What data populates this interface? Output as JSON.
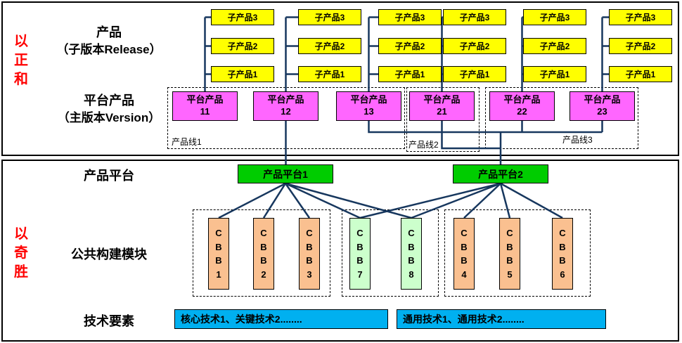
{
  "side_labels": {
    "top": "以正和",
    "bottom": "以奇胜"
  },
  "headers": {
    "product_line1": "产品",
    "product_line2": "（子版本Release）",
    "platform_product_line1": "平台产品",
    "platform_product_line2": "（主版本Version）",
    "product_platform": "产品平台",
    "cbb": "公共构建模块",
    "tech": "技术要素"
  },
  "sub_product_rows": [
    "子产品3",
    "子产品2",
    "子产品1"
  ],
  "platform_products": [
    {
      "name": "平台产品",
      "number": "11"
    },
    {
      "name": "平台产品",
      "number": "12"
    },
    {
      "name": "平台产品",
      "number": "13"
    },
    {
      "name": "平台产品",
      "number": "21"
    },
    {
      "name": "平台产品",
      "number": "22"
    },
    {
      "name": "平台产品",
      "number": "23"
    }
  ],
  "product_lines": [
    {
      "label": "产品线1"
    },
    {
      "label": "产品线2"
    },
    {
      "label": "产品线3"
    }
  ],
  "platforms": [
    {
      "label": "产品平台1"
    },
    {
      "label": "产品平台2"
    }
  ],
  "cbb_modules": [
    {
      "label": "CBB1",
      "type": "core"
    },
    {
      "label": "CBB2",
      "type": "core"
    },
    {
      "label": "CBB3",
      "type": "core"
    },
    {
      "label": "CBB7",
      "type": "shared"
    },
    {
      "label": "CBB8",
      "type": "shared"
    },
    {
      "label": "CBB4",
      "type": "core"
    },
    {
      "label": "CBB5",
      "type": "core"
    },
    {
      "label": "CBB6",
      "type": "core"
    }
  ],
  "tech_items": [
    {
      "text": "核心技术1、关键技术2........"
    },
    {
      "text": "通用技术1、通用技术2........"
    }
  ],
  "colors": {
    "sub_product_fill": "#FFFF00",
    "platform_product_fill": "#FF66FF",
    "platform_fill": "#00CC00",
    "cbb_core_fill": "#FAC090",
    "cbb_shared_fill": "#CCFFCC",
    "tech_fill": "#00B0F0",
    "connector": "#17375E",
    "side_label_red": "#FF0000"
  }
}
